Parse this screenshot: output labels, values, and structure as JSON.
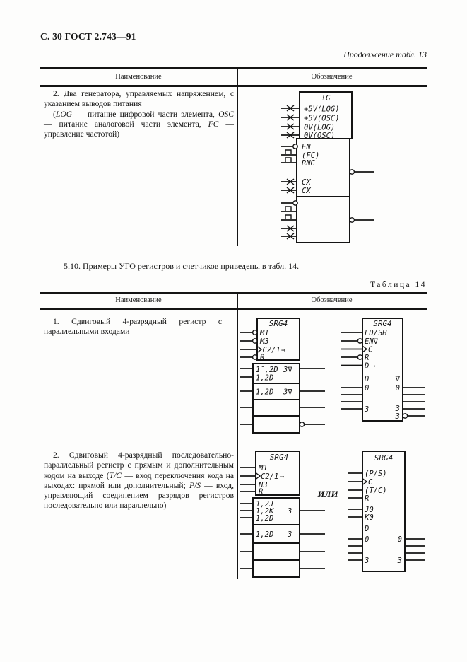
{
  "page": {
    "header": "С. 30 ГОСТ 2.743—91",
    "continuation": "Продолжение табл. 13",
    "note_5_10": "5.10.  Примеры УГО регистров и счетчиков приведены в табл. 14.",
    "table14_caption": "Таблица 14",
    "or_label": "ИЛИ"
  },
  "columns": {
    "name": "Наименование",
    "designation": "Обозначение"
  },
  "table13_row": {
    "p1": [
      {
        "t": "2. Два генератора, управляемых напряжением, с указанием выводов питания"
      }
    ],
    "p2": [
      {
        "t": "("
      },
      {
        "t": "LOG",
        "i": 1
      },
      {
        "t": " — питание цифровой части элемента, "
      },
      {
        "t": "OSC",
        "i": 1
      },
      {
        "t": " — питание аналоговой части элемента, "
      },
      {
        "t": "FC",
        "i": 1
      },
      {
        "t": " — управление частотой)"
      }
    ]
  },
  "table14_row1": {
    "text": [
      {
        "t": "1. Сдвиговый 4-разрядный регистр с параллельными входами"
      }
    ]
  },
  "table14_row2": {
    "text": [
      {
        "t": "2. Сдвиговый 4-разрядный последовательно-параллельный регистр с прямым и дополнительным кодом на выходе ("
      },
      {
        "t": "T/C",
        "i": 1
      },
      {
        "t": " — вход переключения кода на выходах: прямой или дополнительный; "
      },
      {
        "t": "P/S",
        "i": 1
      },
      {
        "t": " — вход, управляющий соединением разрядов регистров последовательно или параллельно)"
      }
    ]
  },
  "sym_gen": {
    "title": "!G",
    "p1": "+5V(LOG)",
    "p2": "+5V(OSC)",
    "p3": "0V(LOG)",
    "p4": "0V(OSC)",
    "en": "EN",
    "fc": "(FC)",
    "rng": "RNG",
    "cx1": "CX",
    "cx2": "CX"
  },
  "sym_r1a": {
    "title": "SRG4",
    "m1": "M1",
    "m3": "M3",
    "c": "C2/1",
    "arrow": "→",
    "r": "R",
    "s1a": "1̄,2D",
    "s1o": "3∇",
    "s1b": "1,2D",
    "s2": "1,2D",
    "s2o": "3∇"
  },
  "sym_r1b": {
    "title": "SRG4",
    "ld": "LD/SH",
    "en": "EN∇",
    "c": "C",
    "r": "R",
    "d": "D",
    "arrow": "→",
    "dh": "D",
    "i0": "0",
    "i3": "3",
    "oh": "∇",
    "o0": "0",
    "o3": "3",
    "o3n": "3"
  },
  "sym_r2a": {
    "title": "SRG4",
    "m1": "M1",
    "c": "C2/1",
    "arrow": "→",
    "n3": "N3",
    "r": "R",
    "s1a": "1,2J",
    "s1b": "1,2K",
    "s1c": "1,2D",
    "s1o": "3",
    "s2": "1,2D",
    "s2o": "3"
  },
  "sym_r2b": {
    "title": "SRG4",
    "ps": "(P/S)",
    "c": "C",
    "tc": "(T/C)",
    "r": "R",
    "j0": "J0",
    "k0": "K0",
    "dh": "D",
    "i0": "0",
    "i3": "3",
    "o0": "0",
    "o3": "3"
  }
}
